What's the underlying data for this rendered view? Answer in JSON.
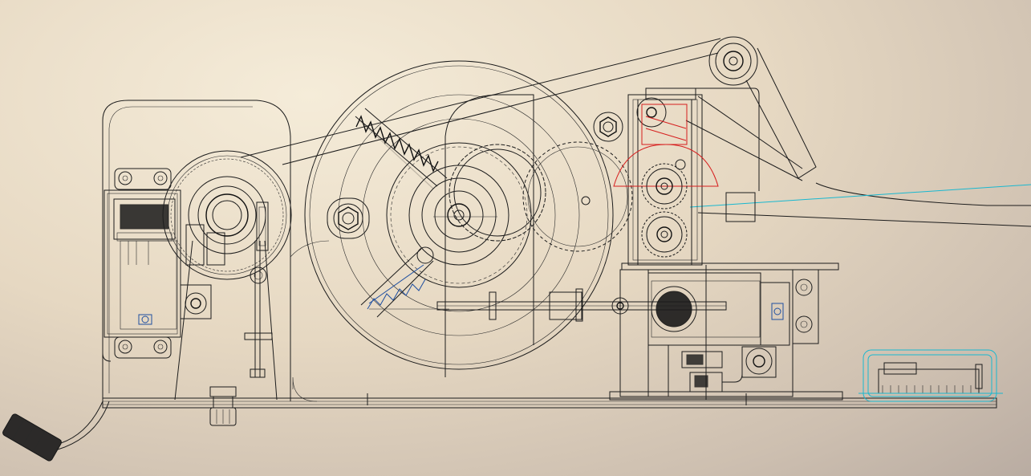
{
  "viewport": {
    "background": "#e8dcc8",
    "line_color": "#1c1c1c",
    "accent_red": "#d61e1e",
    "accent_cyan": "#19b8d0",
    "accent_blue": "#1f4fa0",
    "view_mode": "hidden-lines-visible"
  },
  "components": [
    "base-plate",
    "left-housing",
    "left-gearbox",
    "left-gear-wheel",
    "large-wheel",
    "upper-spring",
    "lower-spring",
    "right-column",
    "drive-gears",
    "tension-pulley",
    "motor-block",
    "circuit-board",
    "cable-connector"
  ]
}
